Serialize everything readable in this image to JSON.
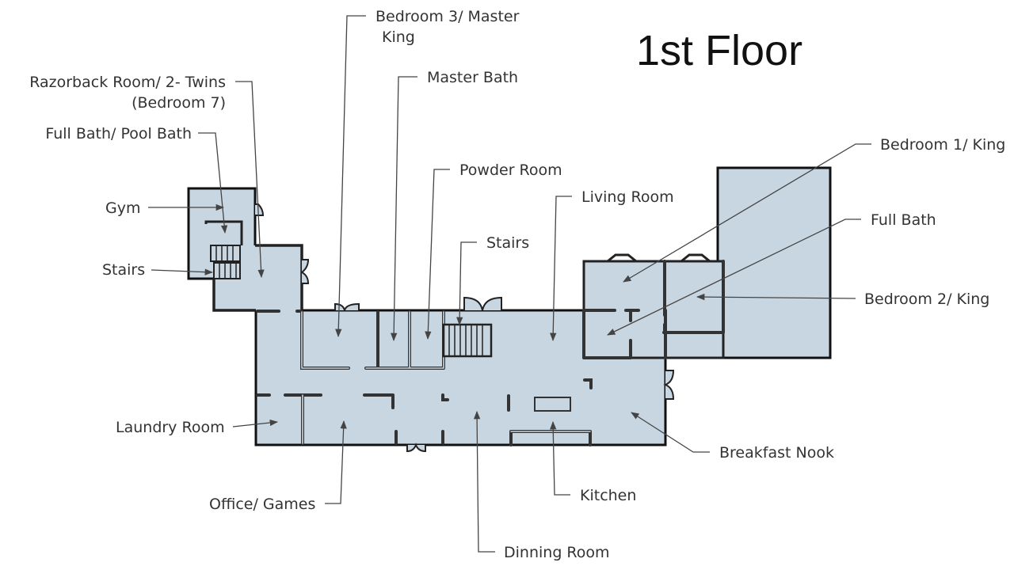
{
  "title": "1st Floor",
  "colors": {
    "room_fill": "#c8d6e2",
    "wall": "#222222",
    "text": "#333333"
  },
  "labels": {
    "bedroom3_line1": "Bedroom 3/ Master",
    "bedroom3_line2": "King",
    "razorback_line1": "Razorback Room/ 2- Twins",
    "razorback_line2": "(Bedroom 7)",
    "full_bath_pool": "Full Bath/ Pool Bath",
    "gym": "Gym",
    "stairs_left": "Stairs",
    "master_bath": "Master Bath",
    "powder_room": "Powder Room",
    "stairs_center": "Stairs",
    "living_room": "Living Room",
    "bedroom1": "Bedroom 1/ King",
    "full_bath": "Full Bath",
    "bedroom2": "Bedroom 2/ King",
    "laundry_room": "Laundry Room",
    "office_games": "Office/ Games",
    "dinning_room": "Dinning Room",
    "kitchen": "Kitchen",
    "breakfast_nook": "Breakfast Nook"
  }
}
